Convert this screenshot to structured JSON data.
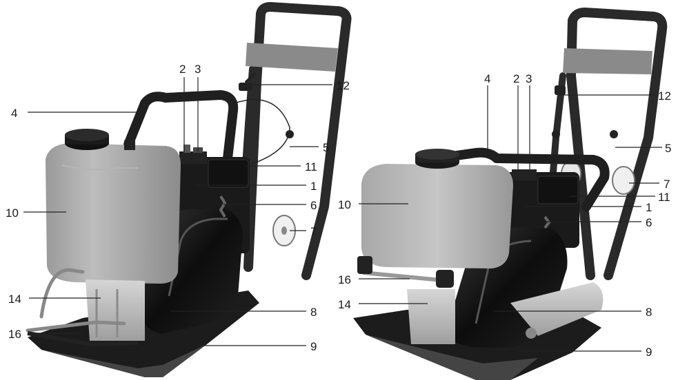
{
  "left_view": {
    "callouts": [
      {
        "id": "c2",
        "text": "2"
      },
      {
        "id": "c3",
        "text": "3"
      },
      {
        "id": "c12",
        "text": "12"
      },
      {
        "id": "c4",
        "text": "4"
      },
      {
        "id": "c5",
        "text": "5"
      },
      {
        "id": "c11",
        "text": "11"
      },
      {
        "id": "c1",
        "text": "1"
      },
      {
        "id": "c10",
        "text": "10"
      },
      {
        "id": "c6",
        "text": "6"
      },
      {
        "id": "c7",
        "text": "7"
      },
      {
        "id": "c14",
        "text": "14"
      },
      {
        "id": "c8",
        "text": "8"
      },
      {
        "id": "c16",
        "text": "16"
      },
      {
        "id": "c9",
        "text": "9"
      }
    ]
  },
  "right_view": {
    "callouts": [
      {
        "id": "c4",
        "text": "4"
      },
      {
        "id": "c2",
        "text": "2"
      },
      {
        "id": "c3",
        "text": "3"
      },
      {
        "id": "c12",
        "text": "12"
      },
      {
        "id": "c5",
        "text": "5"
      },
      {
        "id": "c7",
        "text": "7"
      },
      {
        "id": "c11",
        "text": "11"
      },
      {
        "id": "c10",
        "text": "10"
      },
      {
        "id": "c1",
        "text": "1"
      },
      {
        "id": "c6",
        "text": "6"
      },
      {
        "id": "c16",
        "text": "16"
      },
      {
        "id": "c14",
        "text": "14"
      },
      {
        "id": "c8",
        "text": "8"
      },
      {
        "id": "c9",
        "text": "9"
      }
    ]
  }
}
